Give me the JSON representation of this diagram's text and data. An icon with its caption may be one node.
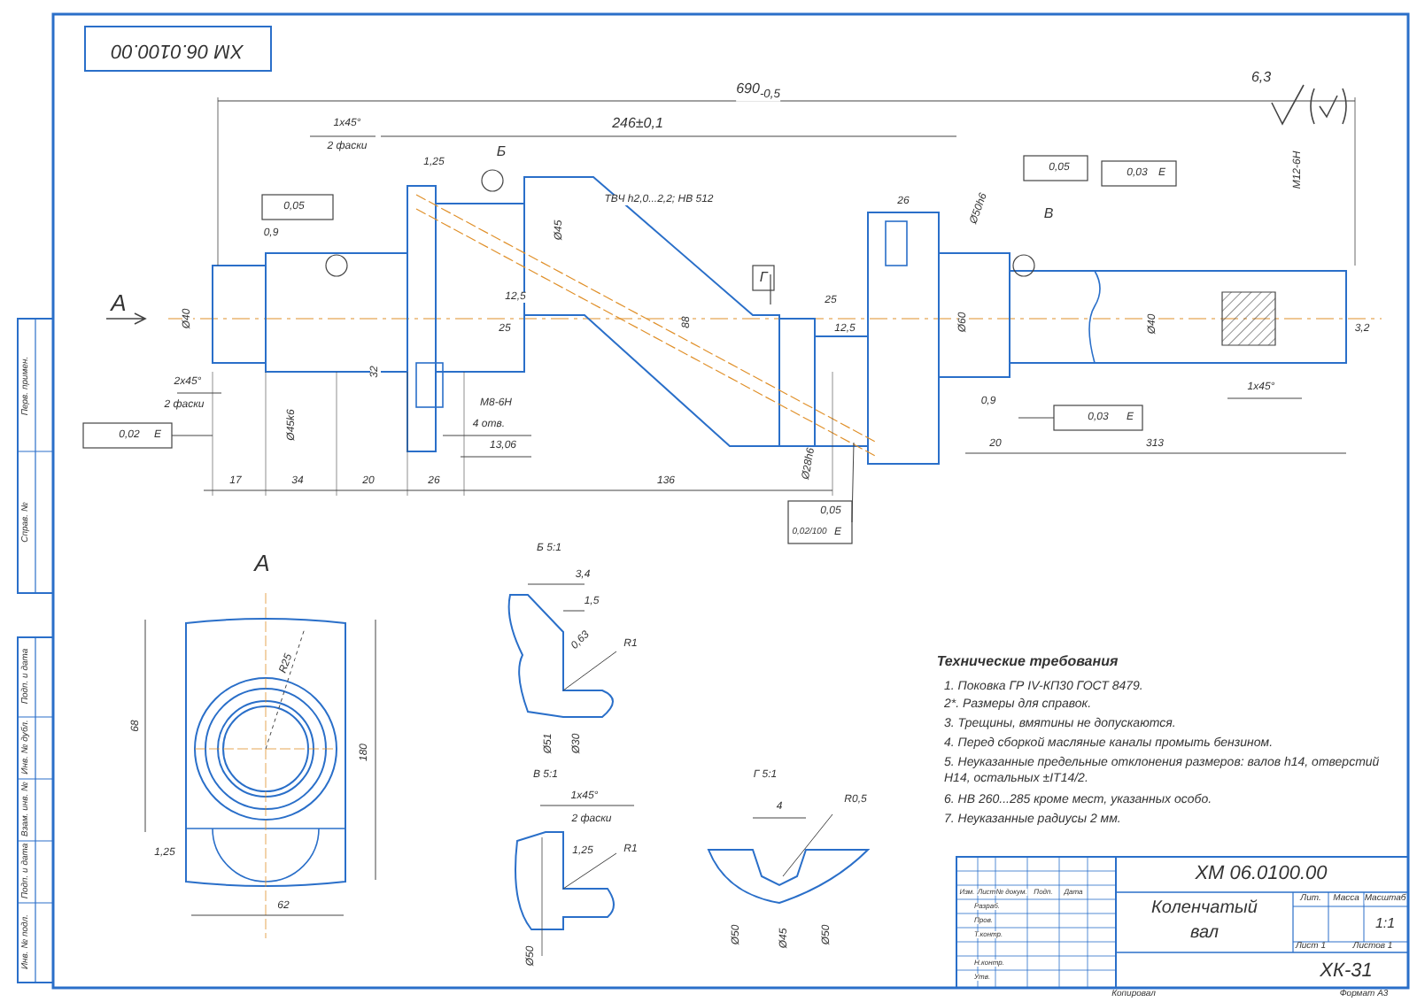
{
  "diagram": {
    "title": "Коленчатый вал",
    "labels": [
      "ХМ 06.0100.00",
      "6,3",
      "690$_{-0,5}$",
      "1x45°",
      "2 фаски",
      "246±0,1",
      "1,25",
      "Б",
      "0,05",
      "ТВЧ h2,0...2,2; HB 512",
      "0,9",
      "26",
      "0,05",
      "0,03",
      "Е",
      "Ø50h6",
      "В",
      "М12-6Н",
      "А",
      "Ø40",
      "Ø45",
      "12,5",
      "25",
      "88",
      "Г",
      "25",
      "12,5",
      "32",
      "Ø60",
      "Ø40",
      "3,2",
      "2x45°",
      "2 фаски",
      "М8-6Н",
      "4 отв.",
      "13,06",
      "Ø45k6",
      "0,9",
      "1x45°",
      "0,03",
      "Е",
      "0,02",
      "Е",
      "Ø28h6",
      "17",
      "34",
      "20",
      "26",
      "136",
      "20",
      "313",
      "0,05",
      "0,02/100",
      "Е",
      "А",
      "68",
      "R25",
      "180",
      "1,25",
      "62",
      "Б 5:1",
      "3,4",
      "1,5",
      "0,63",
      "R1",
      "Ø51",
      "Ø30",
      "В 5:1",
      "1x45°",
      "2 фаски",
      "1,25",
      "R1",
      "Ø50",
      "Г 5:1",
      "4",
      "R0,5",
      "Ø50",
      "Ø45",
      "Ø50",
      "Технические требования",
      "1. Поковка ГР IV-КП30 ГОСТ 8479.",
      "2*. Размеры для справок.",
      "3. Трещины, вмятины не допускаются.",
      "4. Перед сборкой масляные каналы промыть бензином.",
      "5. Неуказанные предельные отклонения размеров: валов h14, отверстий H14, остальных ±IT14/2.",
      "6. НВ 260...285 кроме мест, указанных особо.",
      "7. Неуказанные радиусы 2 мм.",
      "ХМ 06.0100.00",
      "Лит.",
      "Масса",
      "Масштаб",
      "1:1",
      "Лист 1",
      "Листов 1",
      "ХК-31",
      "Изм.",
      "Лист",
      "№ докум.",
      "Подп.",
      "Дата",
      "Разраб.",
      "Пров.",
      "Т.контр.",
      "Н.контр.",
      "Утв.",
      "Копировал",
      "Формат А3",
      "Перв. примен.",
      "Справ. №",
      "Подп. и дата",
      "Инв. № дубл.",
      "Взам. инв. №",
      "Подп. и дата",
      "Инв. № подл."
    ]
  }
}
